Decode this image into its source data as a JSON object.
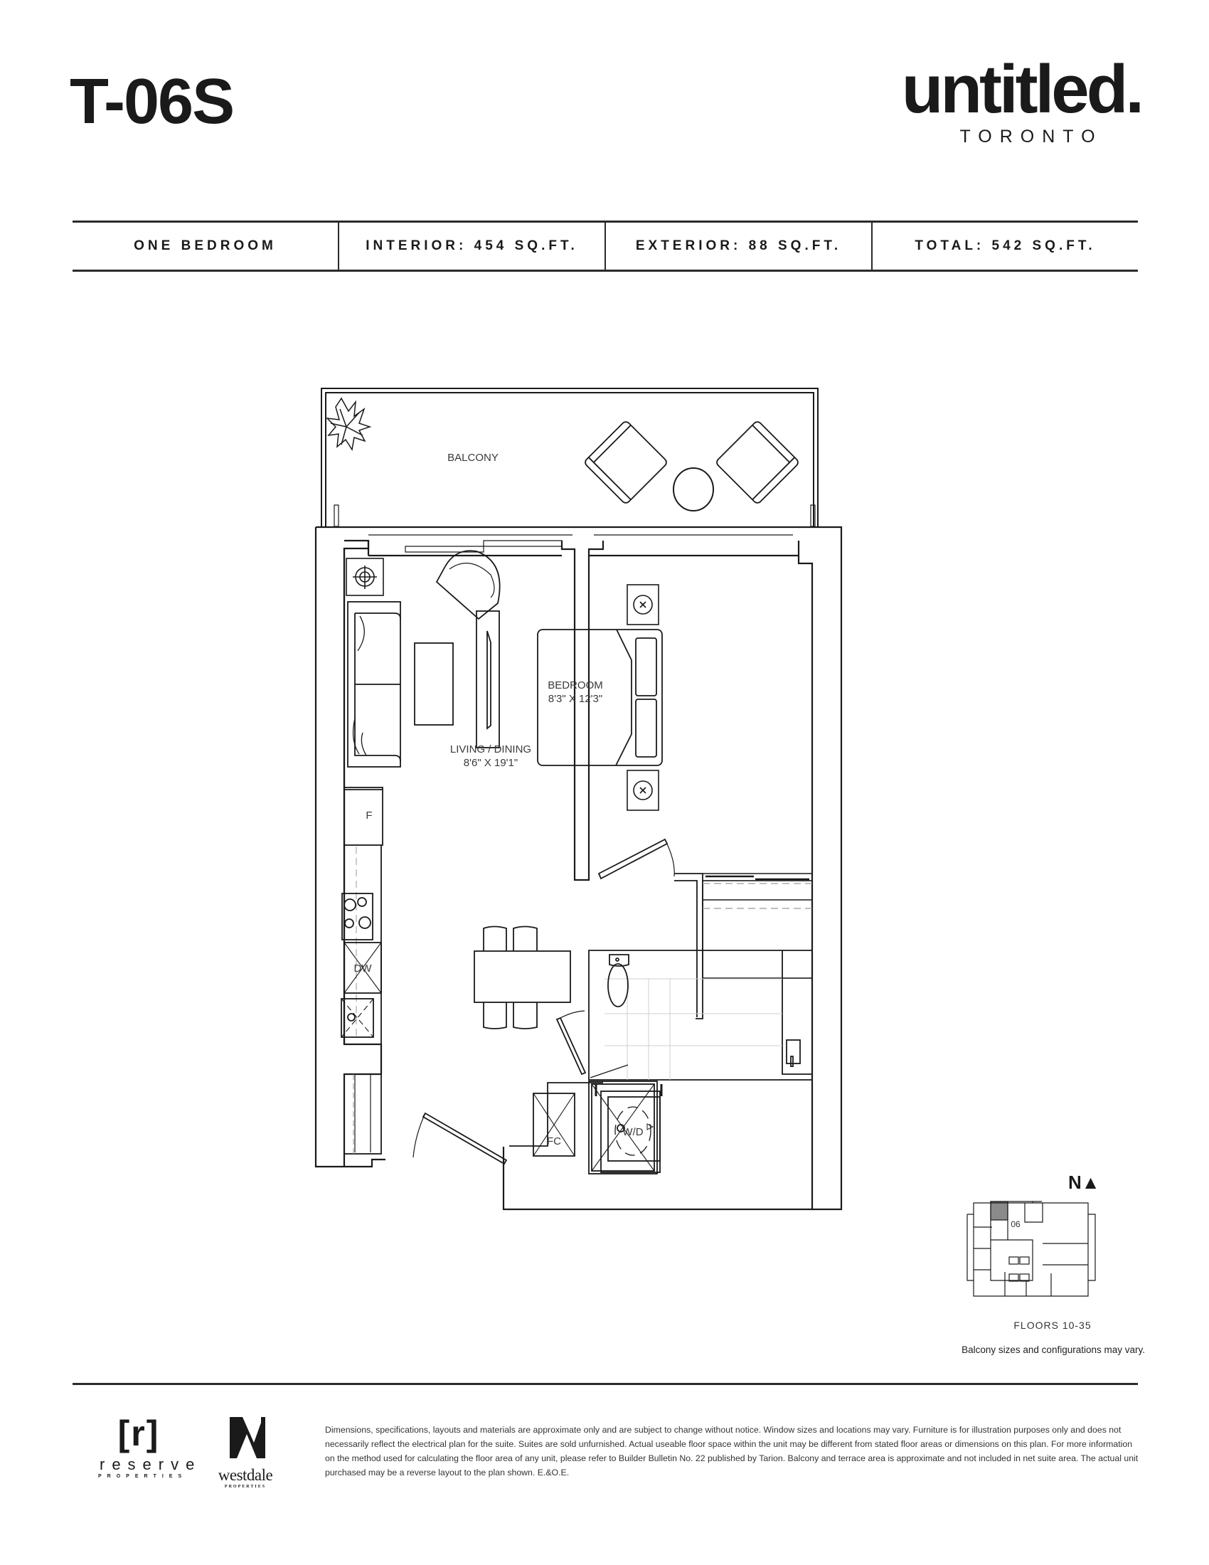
{
  "header": {
    "unit_code": "T-06S",
    "brand_name": "untitled.",
    "brand_city": "TORONTO"
  },
  "info_bar": {
    "cells": [
      {
        "label": "ONE BEDROOM"
      },
      {
        "label": "INTERIOR: 454 SQ.FT."
      },
      {
        "label": "EXTERIOR: 88 SQ.FT."
      },
      {
        "label": "TOTAL: 542 SQ.FT."
      }
    ]
  },
  "plan": {
    "rooms": {
      "balcony": {
        "name": "BALCONY"
      },
      "living": {
        "name": "LIVING / DINING",
        "dims": "8'6\" X 19'1\""
      },
      "bedroom": {
        "name": "BEDROOM",
        "dims": "8'3\" X 12'3\""
      }
    },
    "appliances": {
      "fridge": "F",
      "dishwasher": "DW",
      "front_closet": "FC",
      "washer_dryer": "W/D"
    },
    "icons": [
      "plant-icon",
      "lounge-chair-icon",
      "side-table-icon",
      "floor-lamp-icon",
      "armchair-icon",
      "sofa-icon",
      "coffee-table-icon",
      "tv-console-icon",
      "bed-icon",
      "nightstand-lamp-icon",
      "cooktop-icon",
      "sink-icon",
      "dining-table-icon",
      "toilet-icon",
      "vanity-icon",
      "shower-icon",
      "door-swing-icon"
    ],
    "line_color": "#1a1a1a"
  },
  "keyplan": {
    "north_label": "N",
    "north_icon": "north-arrow-icon",
    "highlighted_unit": "06",
    "highlight_color": "#8a8a8a",
    "floors_label": "FLOORS 10-35",
    "note": "Balcony sizes and configurations may vary."
  },
  "footer": {
    "reserve": {
      "mark": "[r]",
      "name": "reserve",
      "sub": "PROPERTIES"
    },
    "westdale": {
      "name": "westdale",
      "sub": "PROPERTIES"
    },
    "disclaimer": "Dimensions, specifications, layouts and materials are approximate only and are subject to change without notice. Window sizes and locations may vary. Furniture is for illustration purposes only and does not necessarily reflect the electrical plan for the suite. Suites are sold unfurnished. Actual useable floor space within the unit may be different from stated floor areas or dimensions on this plan.  For more information on the method used for calculating the floor area of any unit, please refer to Builder Bulletin No. 22 published by Tarion. Balcony and terrace area is approximate and not included in net suite area. The actual unit purchased may be a reverse layout to the plan shown. E.&O.E."
  }
}
